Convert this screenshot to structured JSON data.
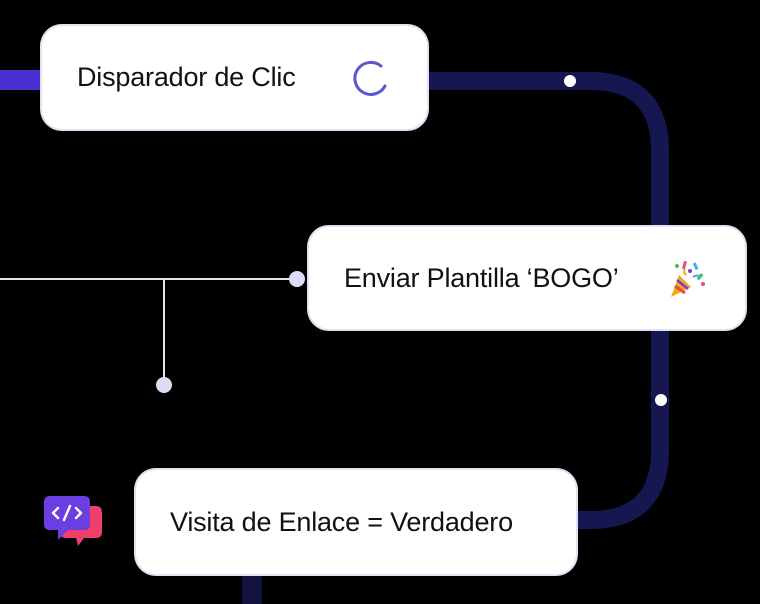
{
  "nodes": {
    "trigger": {
      "label": "Disparador de Clic",
      "icon": "loading-spinner-icon"
    },
    "template": {
      "label": "Enviar Plantilla ‘BOGO’",
      "icon": "party-popper-icon"
    },
    "condition": {
      "label": "Visita de Enlace = Verdadero"
    }
  },
  "logo": {
    "icon": "code-chat-bubbles-icon"
  },
  "colors": {
    "background": "#000000",
    "node_fill": "#ffffff",
    "connector": "#1a1a5e",
    "accent": "#4b2fd0",
    "thin_line": "#e8e8f4"
  }
}
